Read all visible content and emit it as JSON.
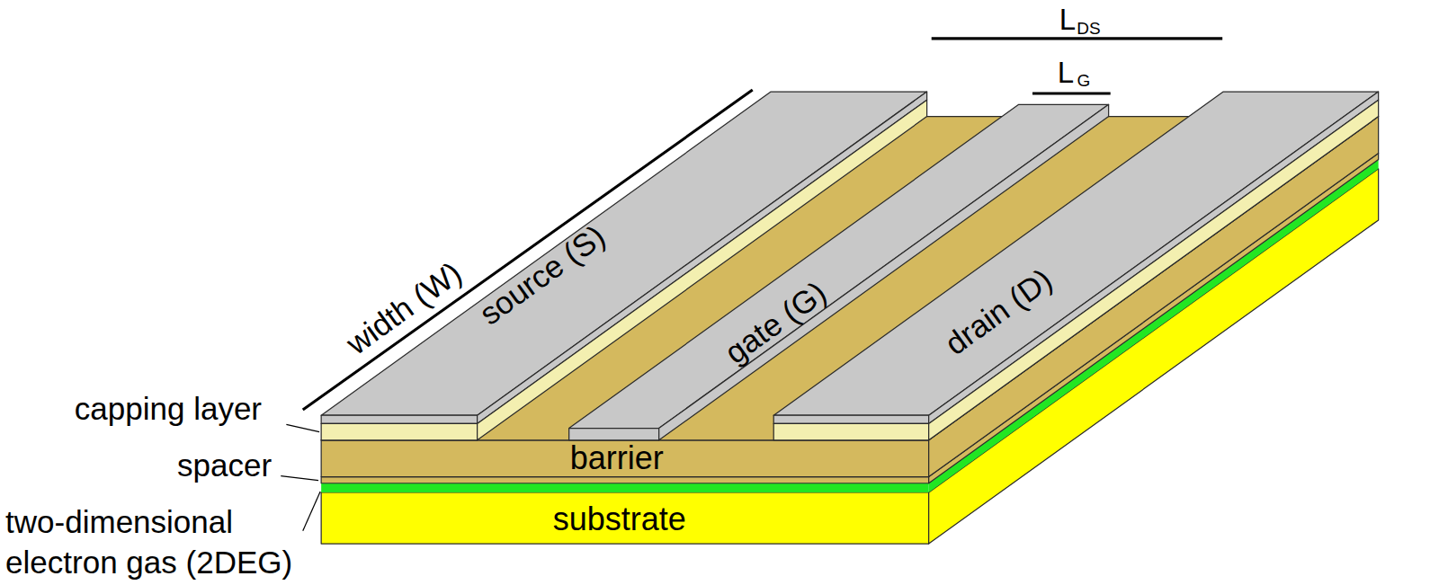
{
  "diagram": {
    "nodes": [
      {
        "text": [
          "source (S)"
        ]
      },
      {
        "text": [
          "gate (G)"
        ]
      },
      {
        "text": [
          "drain (D)"
        ]
      },
      {
        "text": [
          "barrier"
        ]
      },
      {
        "text": [
          "substrate"
        ]
      }
    ],
    "labels": [
      "width (W)",
      "L",
      "DS",
      "L",
      "G",
      "capping layer",
      "spacer",
      "two-dimensional electron gas (2DEG)"
    ]
  }
}
